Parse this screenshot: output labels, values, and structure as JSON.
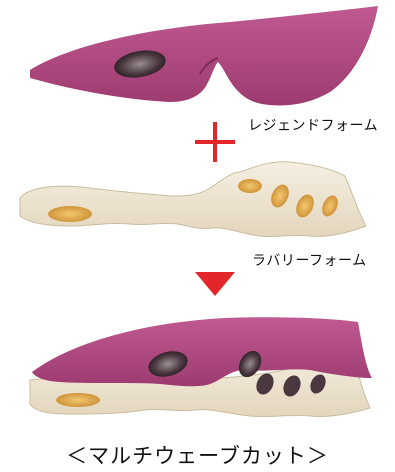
{
  "labels": {
    "top_foam": "レジェンドフォーム",
    "bottom_foam": "ラバリーフォーム",
    "caption": "＜マルチウェーブカット＞"
  },
  "colors": {
    "legend_foam": "#b0487f",
    "rubbery_foam": "#efe6d4",
    "accent": "#e3262a",
    "hole_shadow": "#3a2a33",
    "hole_yellow": "#e8b656"
  },
  "icons": {
    "plus": "plus-icon",
    "arrow": "triangle-down-icon"
  }
}
